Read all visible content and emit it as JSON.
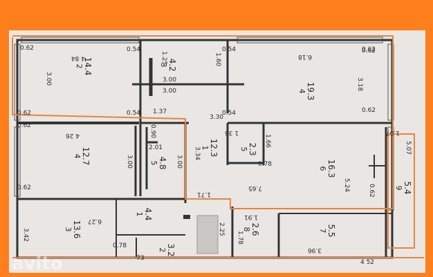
{
  "rooms": [
    {
      "id": "2",
      "area": "14.4"
    },
    {
      "id": "3",
      "area": "4.2"
    },
    {
      "id": "4",
      "area": "19.3"
    },
    {
      "id": "4",
      "area": "12.7"
    },
    {
      "id": "5",
      "area": "4.8"
    },
    {
      "id": "1",
      "area": "12.3"
    },
    {
      "id": "5",
      "area": "2.3"
    },
    {
      "id": "6",
      "area": "16.3"
    },
    {
      "id": "9",
      "area": "5.4"
    },
    {
      "id": "1",
      "area": "4.4"
    },
    {
      "id": "3",
      "area": "13.6"
    },
    {
      "id": "2",
      "area": "3.2"
    },
    {
      "id": "8",
      "area": "2.6"
    },
    {
      "id": "7",
      "area": "5.5"
    }
  ],
  "dims": {
    "d_062_tl": "0.62",
    "d_054_top": "0.54",
    "d_062_tr": "0.62",
    "d_484": "4 84",
    "d_300_left": "3.00",
    "d_125": "1.25",
    "d_300_mid": "3.00",
    "d_300_mid2": "3.00",
    "d_160": "1.60",
    "d_054_r": "0.54",
    "d_618": "6.18",
    "d_062_r": "0.62",
    "d_318": "3.18",
    "d_062_l2": "0.62",
    "d_054_c": "0.54",
    "d_137": "1.37",
    "d_330": "3.30",
    "d_054_c2": "0.54",
    "d_062_r2": "0.62",
    "d_062_l3": "0.62",
    "d_426": "4 26",
    "d_090": "0.90",
    "d_201": "2.01",
    "d_300_a": "3.00",
    "d_300_b": "3.00",
    "d_334": "3.34",
    "d_136": "1 36",
    "d_166": "1.66",
    "d_078_a": "0.78",
    "d_107": "1.07",
    "d_507": "5.07",
    "d_062_l4": "0.62",
    "d_765": "7.65",
    "d_524": "5.24",
    "d_062_r3": "0.62",
    "d_171": "1.71",
    "d_627": "6.27",
    "d_191": "1.91",
    "d_342": "3.42",
    "d_225": "2.25",
    "d_178": "1.78",
    "d_078_b": "0.78",
    "d_396": "3.96",
    "d_73": "73",
    "d_452": "4 52"
  },
  "watermark": "avito",
  "colors": {
    "accent": "#ff7f1c",
    "paper": "#e9e6e4",
    "ink": "#2a2a2a",
    "outline": "#e8843a"
  }
}
